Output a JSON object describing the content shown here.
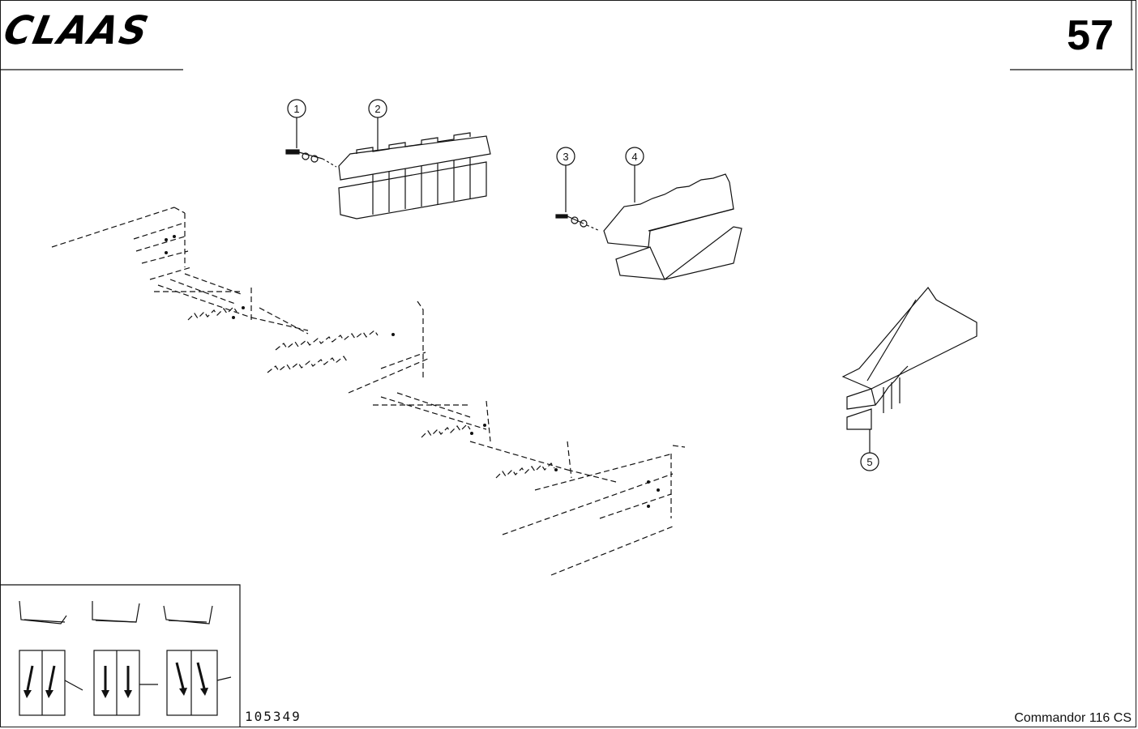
{
  "header": {
    "brand": "CLAAS",
    "page_number": "57"
  },
  "footer": {
    "drawing_number": "105349",
    "model": "Commandor 116 CS"
  },
  "callouts": [
    "1",
    "2",
    "3",
    "4",
    "5"
  ],
  "icons": {
    "logo": "claas-logo",
    "legend": "header-variant-legend-icon"
  }
}
